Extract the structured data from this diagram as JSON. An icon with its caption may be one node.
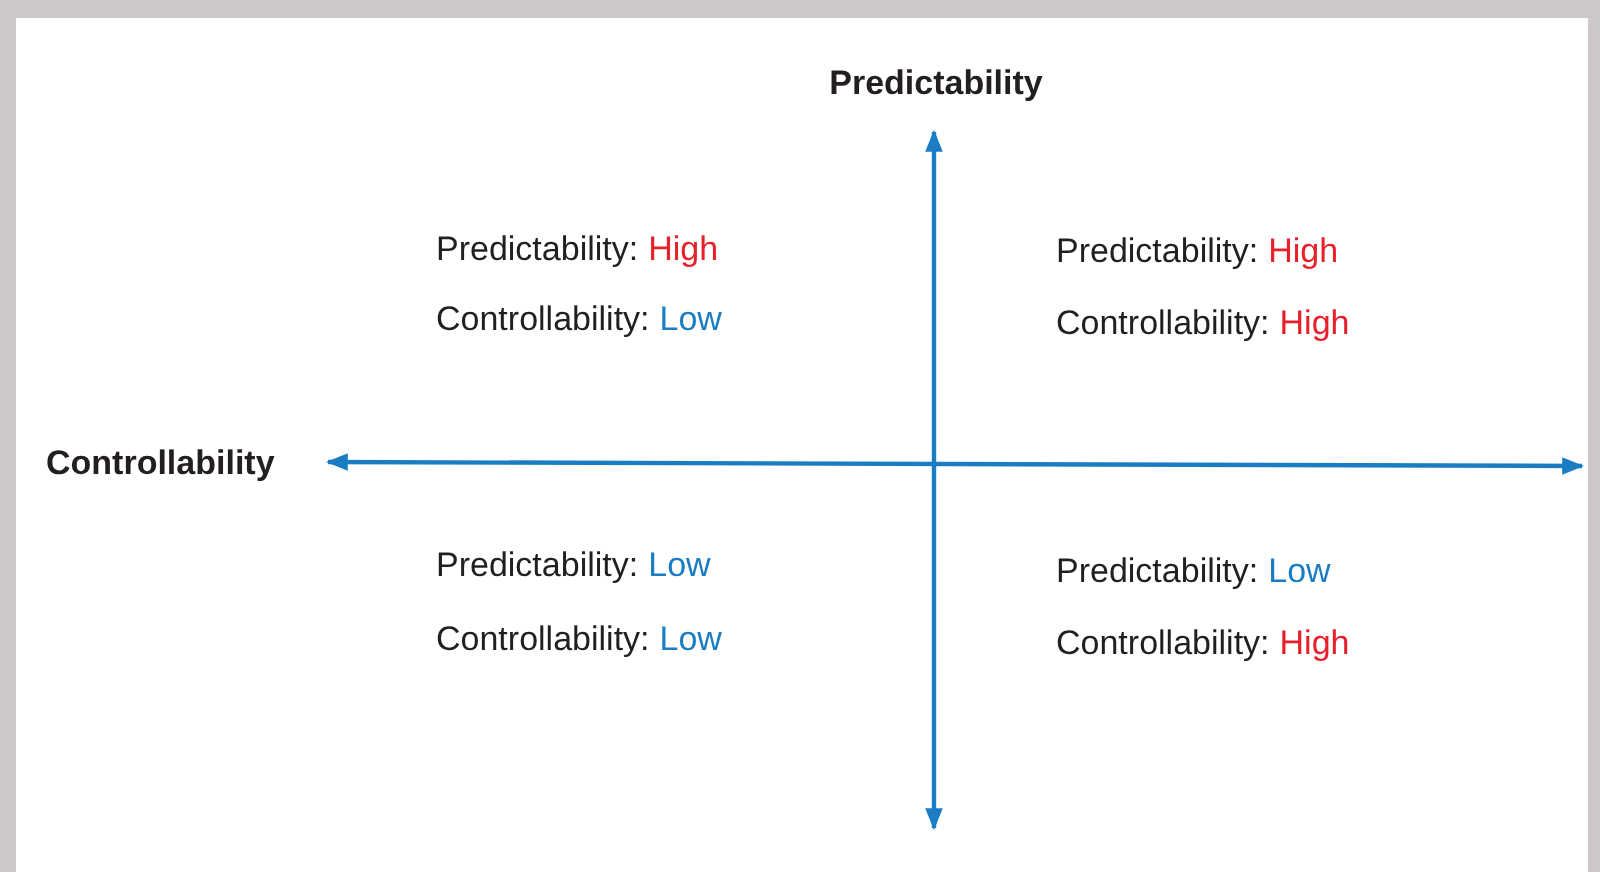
{
  "diagram": {
    "labels": [
      "Predictability",
      "Predictability:",
      "High",
      "Controllability:",
      "Low",
      "Predictability:",
      "High",
      "Controllability:",
      "High",
      "Controllability",
      "Predictability:",
      "Low",
      "Controllability:",
      "Low",
      "Predictability:",
      "Low",
      "Controllability:",
      "High"
    ]
  }
}
